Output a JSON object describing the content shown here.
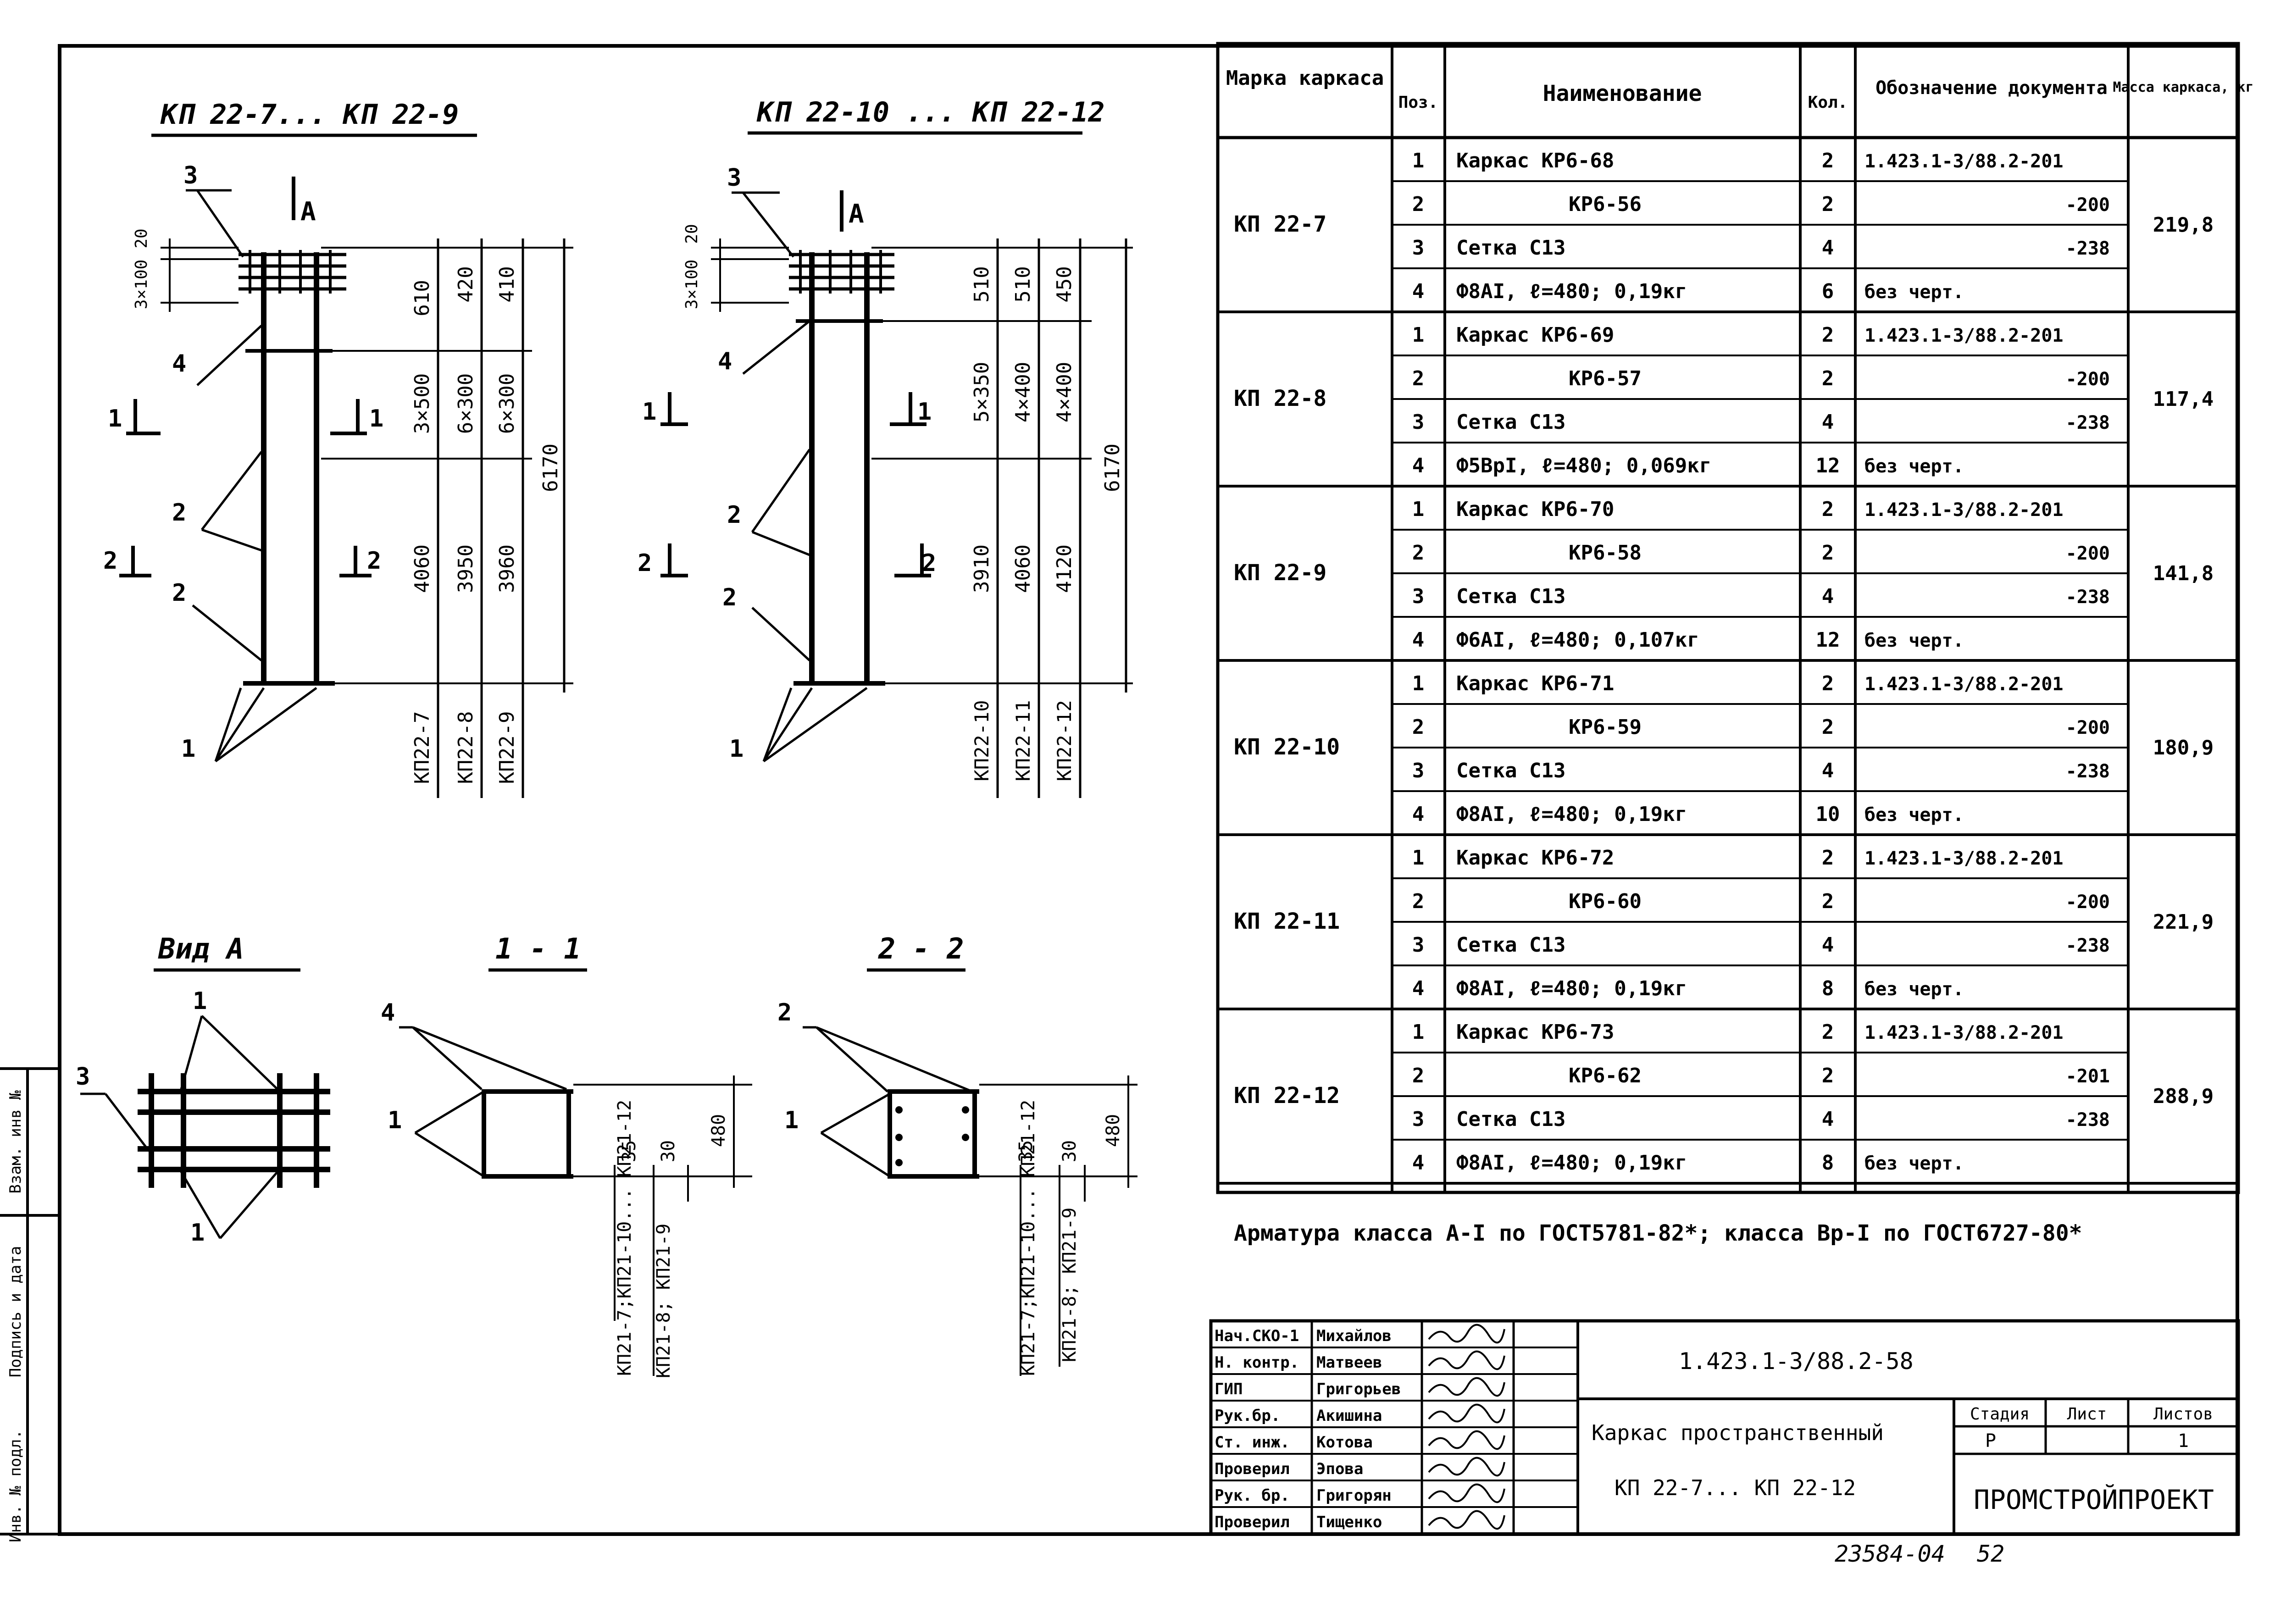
{
  "titles": {
    "left": "КП 22-7... КП 22-9",
    "right": "КП 22-10 ... КП 22-12",
    "view_a": "Вид А",
    "sec11": "1 - 1",
    "sec22": "2 - 2"
  },
  "marks": {
    "pos1": "1",
    "pos2": "2",
    "pos3": "3",
    "pos4": "4",
    "view_a": "А",
    "cut1": "1",
    "cut2": "2"
  },
  "left_elev": {
    "dim_top_a": "20",
    "dim_top_b": "3×100",
    "cols": [
      {
        "top": "610",
        "mid": "3×500",
        "bot": "4060",
        "label": "КП22-7"
      },
      {
        "top": "420",
        "mid": "6×300",
        "bot": "3950",
        "label": "КП22-8"
      },
      {
        "top": "410",
        "mid": "6×300",
        "bot": "3960",
        "label": "КП22-9"
      }
    ],
    "total": "6170"
  },
  "right_elev": {
    "dim_top_a": "20",
    "dim_top_b": "3×100",
    "cols": [
      {
        "top": "510",
        "mid": "5×350",
        "bot": "3910",
        "label": "КП22-10"
      },
      {
        "top": "510",
        "mid": "4×400",
        "bot": "4060",
        "label": "КП22-11"
      },
      {
        "top": "450",
        "mid": "4×400",
        "bot": "4120",
        "label": "КП22-12"
      }
    ],
    "total": "6170"
  },
  "sections": {
    "dim35": "35",
    "dim30": "30",
    "dim480": "480",
    "sec_label_a": "КП21-7;КП21-10... КП21-12",
    "sec_label_b": "КП21-8; КП21-9"
  },
  "table": {
    "headers": [
      "Марка каркаса",
      "Поз.",
      "Наименование",
      "Кол.",
      "Обозначение документа",
      "Масса каркаса, кг"
    ],
    "groups": [
      {
        "mark": "КП 22-7",
        "mass": "219,8",
        "rows": [
          {
            "pos": "1",
            "name": "Каркас КР6-68",
            "qty": "2",
            "doc": "1.423.1-3/88.2-201"
          },
          {
            "pos": "2",
            "name": "КР6-56",
            "qty": "2",
            "doc": "-200"
          },
          {
            "pos": "3",
            "name": "Сетка С13",
            "qty": "4",
            "doc": "-238"
          },
          {
            "pos": "4",
            "name": "Ф8АI, ℓ=480; 0,19кг",
            "qty": "6",
            "doc": "без черт."
          }
        ]
      },
      {
        "mark": "КП 22-8",
        "mass": "117,4",
        "rows": [
          {
            "pos": "1",
            "name": "Каркас КР6-69",
            "qty": "2",
            "doc": "1.423.1-3/88.2-201"
          },
          {
            "pos": "2",
            "name": "КР6-57",
            "qty": "2",
            "doc": "-200"
          },
          {
            "pos": "3",
            "name": "Сетка С13",
            "qty": "4",
            "doc": "-238"
          },
          {
            "pos": "4",
            "name": "Ф5ВрI, ℓ=480; 0,069кг",
            "qty": "12",
            "doc": "без черт."
          }
        ]
      },
      {
        "mark": "КП 22-9",
        "mass": "141,8",
        "rows": [
          {
            "pos": "1",
            "name": "Каркас КР6-70",
            "qty": "2",
            "doc": "1.423.1-3/88.2-201"
          },
          {
            "pos": "2",
            "name": "КР6-58",
            "qty": "2",
            "doc": "-200"
          },
          {
            "pos": "3",
            "name": "Сетка С13",
            "qty": "4",
            "doc": "-238"
          },
          {
            "pos": "4",
            "name": "Ф6АI, ℓ=480; 0,107кг",
            "qty": "12",
            "doc": "без черт."
          }
        ]
      },
      {
        "mark": "КП 22-10",
        "mass": "180,9",
        "rows": [
          {
            "pos": "1",
            "name": "Каркас КР6-71",
            "qty": "2",
            "doc": "1.423.1-3/88.2-201"
          },
          {
            "pos": "2",
            "name": "КР6-59",
            "qty": "2",
            "doc": "-200"
          },
          {
            "pos": "3",
            "name": "Сетка С13",
            "qty": "4",
            "doc": "-238"
          },
          {
            "pos": "4",
            "name": "Ф8АI, ℓ=480; 0,19кг",
            "qty": "10",
            "doc": "без черт."
          }
        ]
      },
      {
        "mark": "КП 22-11",
        "mass": "221,9",
        "rows": [
          {
            "pos": "1",
            "name": "Каркас КР6-72",
            "qty": "2",
            "doc": "1.423.1-3/88.2-201"
          },
          {
            "pos": "2",
            "name": "КР6-60",
            "qty": "2",
            "doc": "-200"
          },
          {
            "pos": "3",
            "name": "Сетка С13",
            "qty": "4",
            "doc": "-238"
          },
          {
            "pos": "4",
            "name": "Ф8АI, ℓ=480; 0,19кг",
            "qty": "8",
            "doc": "без черт."
          }
        ]
      },
      {
        "mark": "КП 22-12",
        "mass": "288,9",
        "rows": [
          {
            "pos": "1",
            "name": "Каркас КР6-73",
            "qty": "2",
            "doc": "1.423.1-3/88.2-201"
          },
          {
            "pos": "2",
            "name": "КР6-62",
            "qty": "2",
            "doc": "-201"
          },
          {
            "pos": "3",
            "name": "Сетка С13",
            "qty": "4",
            "doc": "-238"
          },
          {
            "pos": "4",
            "name": "Ф8АI, ℓ=480; 0,19кг",
            "qty": "8",
            "doc": "без черт."
          }
        ]
      }
    ]
  },
  "note": "Арматура класса А-I по ГОСТ5781-82*; класса Вр-I по ГОСТ6727-80*",
  "stamp": {
    "staff": [
      {
        "role": "Нач.СКО-1",
        "name": "Михайлов"
      },
      {
        "role": "Н. контр.",
        "name": "Матвеев"
      },
      {
        "role": "ГИП",
        "name": "Григорьев"
      },
      {
        "role": "Рук.бр.",
        "name": "Акишина"
      },
      {
        "role": "Ст. инж.",
        "name": "Котова"
      },
      {
        "role": "Проверил",
        "name": "Эпова"
      },
      {
        "role": "Рук. бр.",
        "name": "Григорян"
      },
      {
        "role": "Проверил",
        "name": "Тищенко"
      }
    ],
    "code": "1.423.1-3/88.2-58",
    "title1": "Каркас пространственный",
    "title2": "КП 22-7... КП 22-12",
    "stage_h": "Стадия",
    "sheet_h": "Лист",
    "sheets_h": "Листов",
    "stage": "Р",
    "sheets": "1",
    "org": "ПРОМСТРОЙПРОЕКТ"
  },
  "side_labels": [
    "Взам. инв №",
    "Подпись и дата",
    "Инв. № подл."
  ],
  "bottom": {
    "num": "23584-04",
    "page": "52"
  }
}
